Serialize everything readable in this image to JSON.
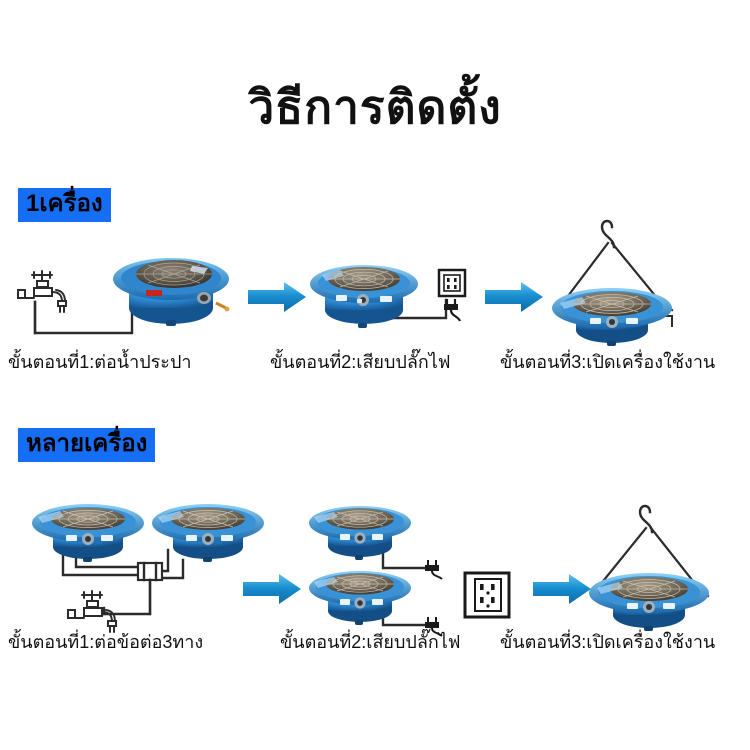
{
  "page": {
    "title": "วิธีการติดตั้ง",
    "background_color": "#ffffff",
    "accent_color": "#166ef5",
    "arrow_color": "#1a8fd1",
    "device_color": "#1f7fd0"
  },
  "sections": [
    {
      "badge": "1เครื่อง",
      "steps": [
        {
          "caption": "ขั้นตอนที่1:ต่อน้ำประปา",
          "icon": "faucet-icon"
        },
        {
          "caption": "ขั้นตอนที่2:เสียบปลั๊กไฟ",
          "icon": "wall-outlet-icon"
        },
        {
          "caption": "ขั้นตอนที่3:เปิดเครื่องใช้งาน",
          "icon": "hanging-hook-icon"
        }
      ]
    },
    {
      "badge": "หลายเครื่อง",
      "steps": [
        {
          "caption": "ขั้นตอนที่1:ต่อข้อต่อ3ทาง",
          "icon": "tee-joint-icon"
        },
        {
          "caption": "ขั้นตอนที่2:เสียบปลั๊กไฟ",
          "icon": "wall-outlet-icon"
        },
        {
          "caption": "ขั้นตอนที่3:เปิดเครื่องใช้งาน",
          "icon": "hanging-hook-icon"
        }
      ]
    }
  ]
}
